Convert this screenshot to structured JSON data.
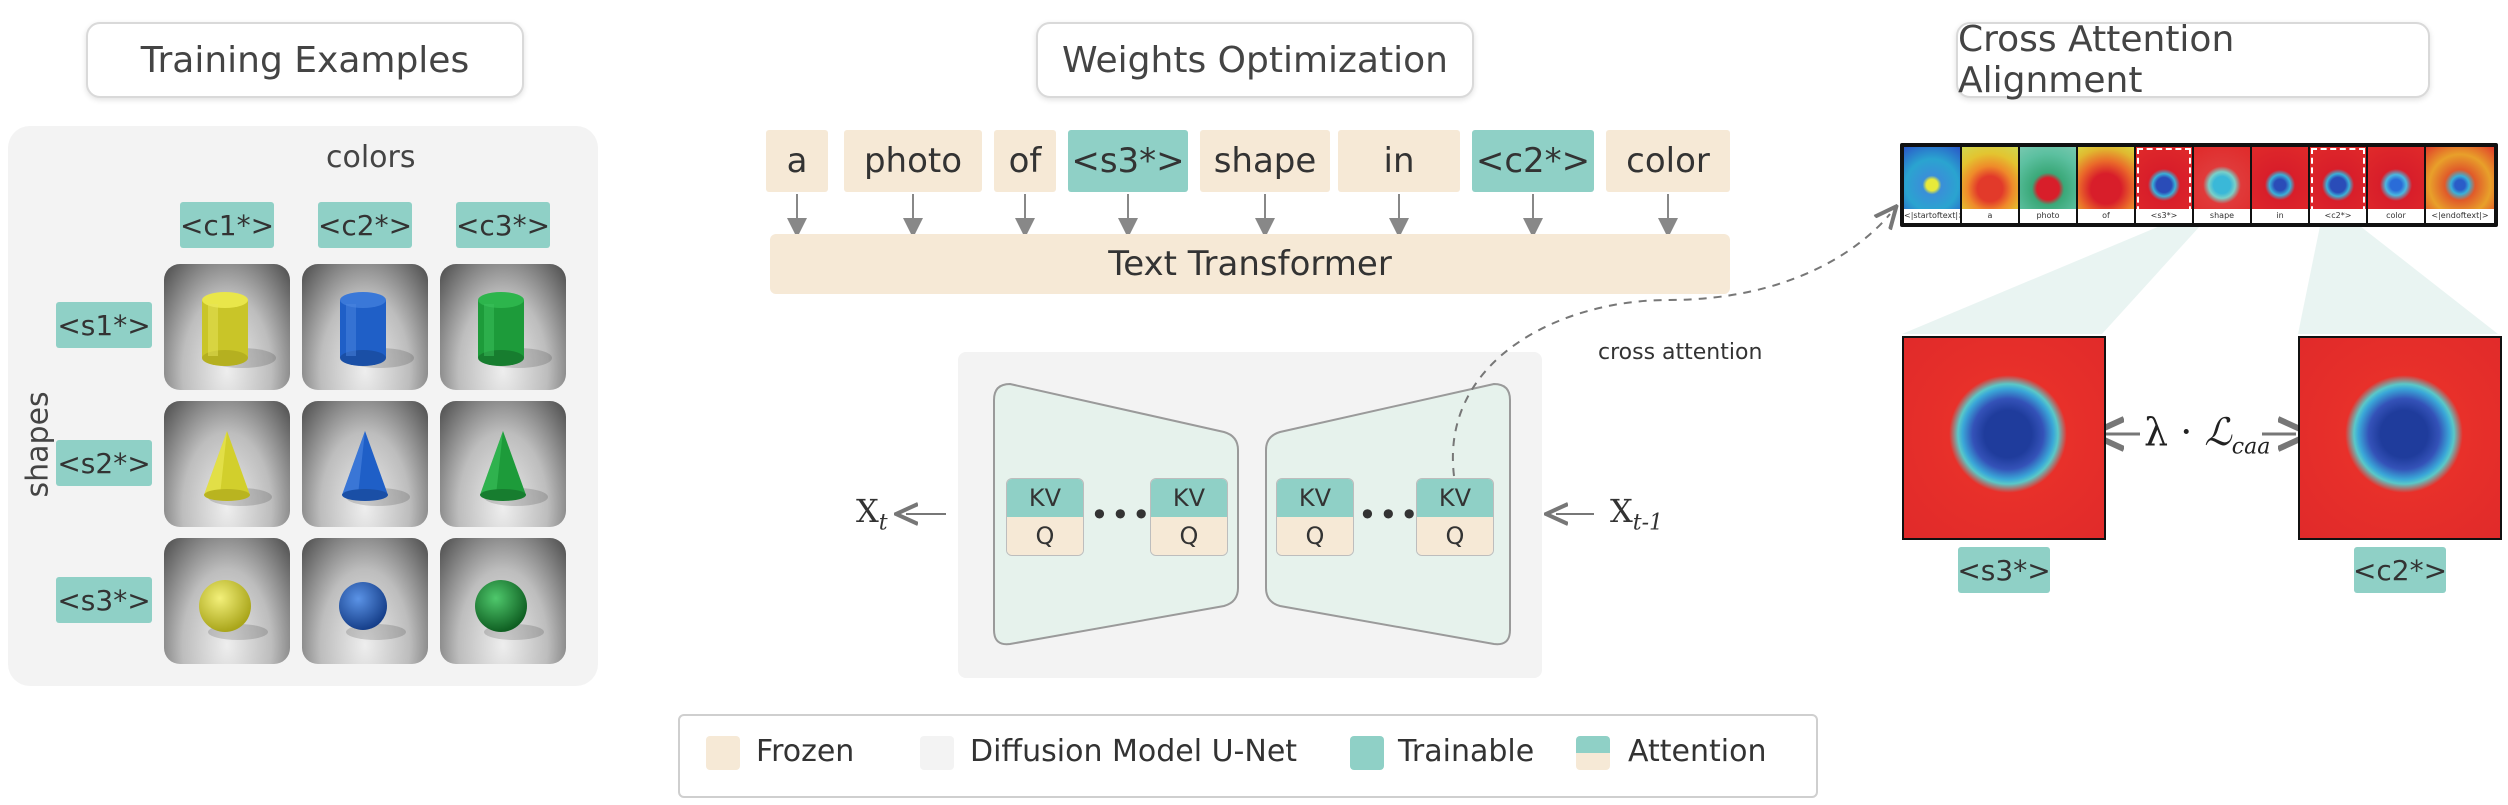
{
  "sections": {
    "training_title": "Training Examples",
    "weights_title": "Weights Optimization",
    "alignment_title": "Cross Attention Alignment"
  },
  "grid": {
    "colors_label": "colors",
    "shapes_label": "shapes",
    "color_tags": [
      "<c1*>",
      "<c2*>",
      "<c3*>"
    ],
    "shape_tags": [
      "<s1*>",
      "<s2*>",
      "<s3*>"
    ],
    "palette": {
      "yellow": "#d9d62a",
      "blue": "#1f5fc7",
      "green": "#1d9b3a"
    }
  },
  "prompt_tokens": [
    {
      "text": "a",
      "kind": "frozen"
    },
    {
      "text": "photo",
      "kind": "frozen"
    },
    {
      "text": "of",
      "kind": "frozen"
    },
    {
      "text": "<s3*>",
      "kind": "trainable"
    },
    {
      "text": "shape",
      "kind": "frozen"
    },
    {
      "text": "in",
      "kind": "frozen"
    },
    {
      "text": "<c2*>",
      "kind": "trainable"
    },
    {
      "text": "color",
      "kind": "frozen"
    }
  ],
  "text_transformer": "Text Transformer",
  "unet": {
    "kv_label": "KV",
    "q_label": "Q",
    "dots": "•••",
    "x_t": "X",
    "x_t_sub": "t",
    "x_t1": "X",
    "x_t1_sub": "t-1",
    "cross_attention": "cross attention"
  },
  "attention_strip": {
    "labels": [
      "<|startoftext|>",
      "a",
      "photo",
      "of",
      "<s3*>",
      "shape",
      "in",
      "<c2*>",
      "color",
      "<|endoftext|>"
    ]
  },
  "alignment": {
    "left_tag": "<s3*>",
    "right_tag": "<c2*>",
    "lambda": "λ",
    "dot": "·",
    "loss_symbol": "ℒ",
    "loss_sub": "caa"
  },
  "legend": [
    {
      "label": "Frozen",
      "swatch": "frozen"
    },
    {
      "label": "Diffusion Model U-Net",
      "swatch": "unet"
    },
    {
      "label": "Trainable",
      "swatch": "trainable"
    },
    {
      "label": "Attention",
      "swatch": "attention"
    }
  ],
  "colors": {
    "frozen": "#f6e9d6",
    "trainable": "#8fd0c6",
    "unet_panel": "#f3f3f3",
    "unet_block": "#e6f2ec"
  }
}
